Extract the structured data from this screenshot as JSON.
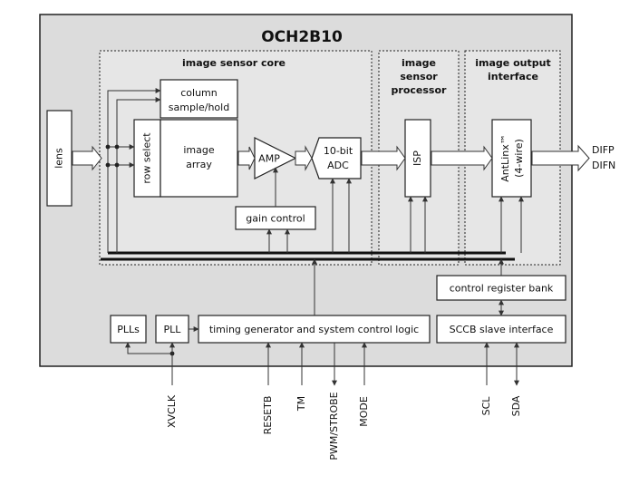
{
  "title": "OCH2B10",
  "sections": {
    "core": "image sensor core",
    "isp_line1": "image",
    "isp_line2": "sensor",
    "isp_line3": "processor",
    "out_line1": "image output",
    "out_line2": "interface"
  },
  "blocks": {
    "lens": "lens",
    "column_line1": "column",
    "column_line2": "sample/hold",
    "row_select": "row select",
    "image_line1": "image",
    "image_line2": "array",
    "amp": "AMP",
    "adc_line1": "10-bit",
    "adc_line2": "ADC",
    "gain": "gain control",
    "isp": "ISP",
    "antlinx_line1": "AntLinx™",
    "antlinx_line2": "(4-wire)",
    "control_reg": "control register bank",
    "plls": "PLLs",
    "pll": "PLL",
    "timing": "timing generator and system control logic",
    "sccb": "SCCB slave interface"
  },
  "outputs": {
    "difp": "DIFP",
    "difn": "DIFN"
  },
  "pins": {
    "xvclk": "XVCLK",
    "resetb": "RESETB",
    "tm": "TM",
    "pwm": "PWM/STROBE",
    "mode": "MODE",
    "scl": "SCL",
    "sda": "SDA"
  },
  "colors": {
    "chip_fill": "#dcdcdc",
    "section_fill": "#e6e6e6",
    "border": "#222222"
  }
}
